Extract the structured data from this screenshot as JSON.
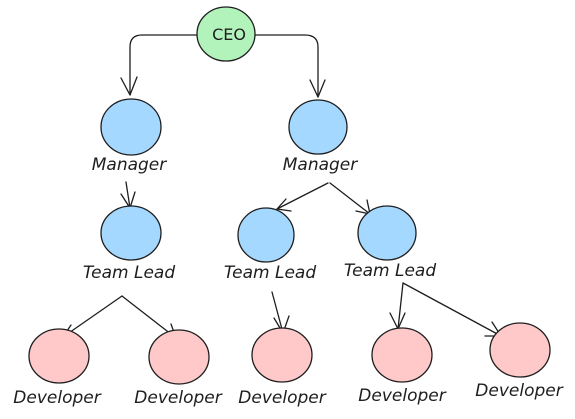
{
  "colors": {
    "executive": "#b2f2bb",
    "management": "#a5d8ff",
    "developer": "#ffc9c9",
    "stroke": "#1e1e1e"
  },
  "nodes": {
    "ceo": "CEO",
    "manager_left": "Manager",
    "manager_right": "Manager",
    "team_lead_1": "Team Lead",
    "team_lead_2": "Team Lead",
    "team_lead_3": "Team Lead",
    "developer_1": "Developer",
    "developer_2": "Developer",
    "developer_3": "Developer",
    "developer_4": "Developer",
    "developer_5": "Developer"
  }
}
